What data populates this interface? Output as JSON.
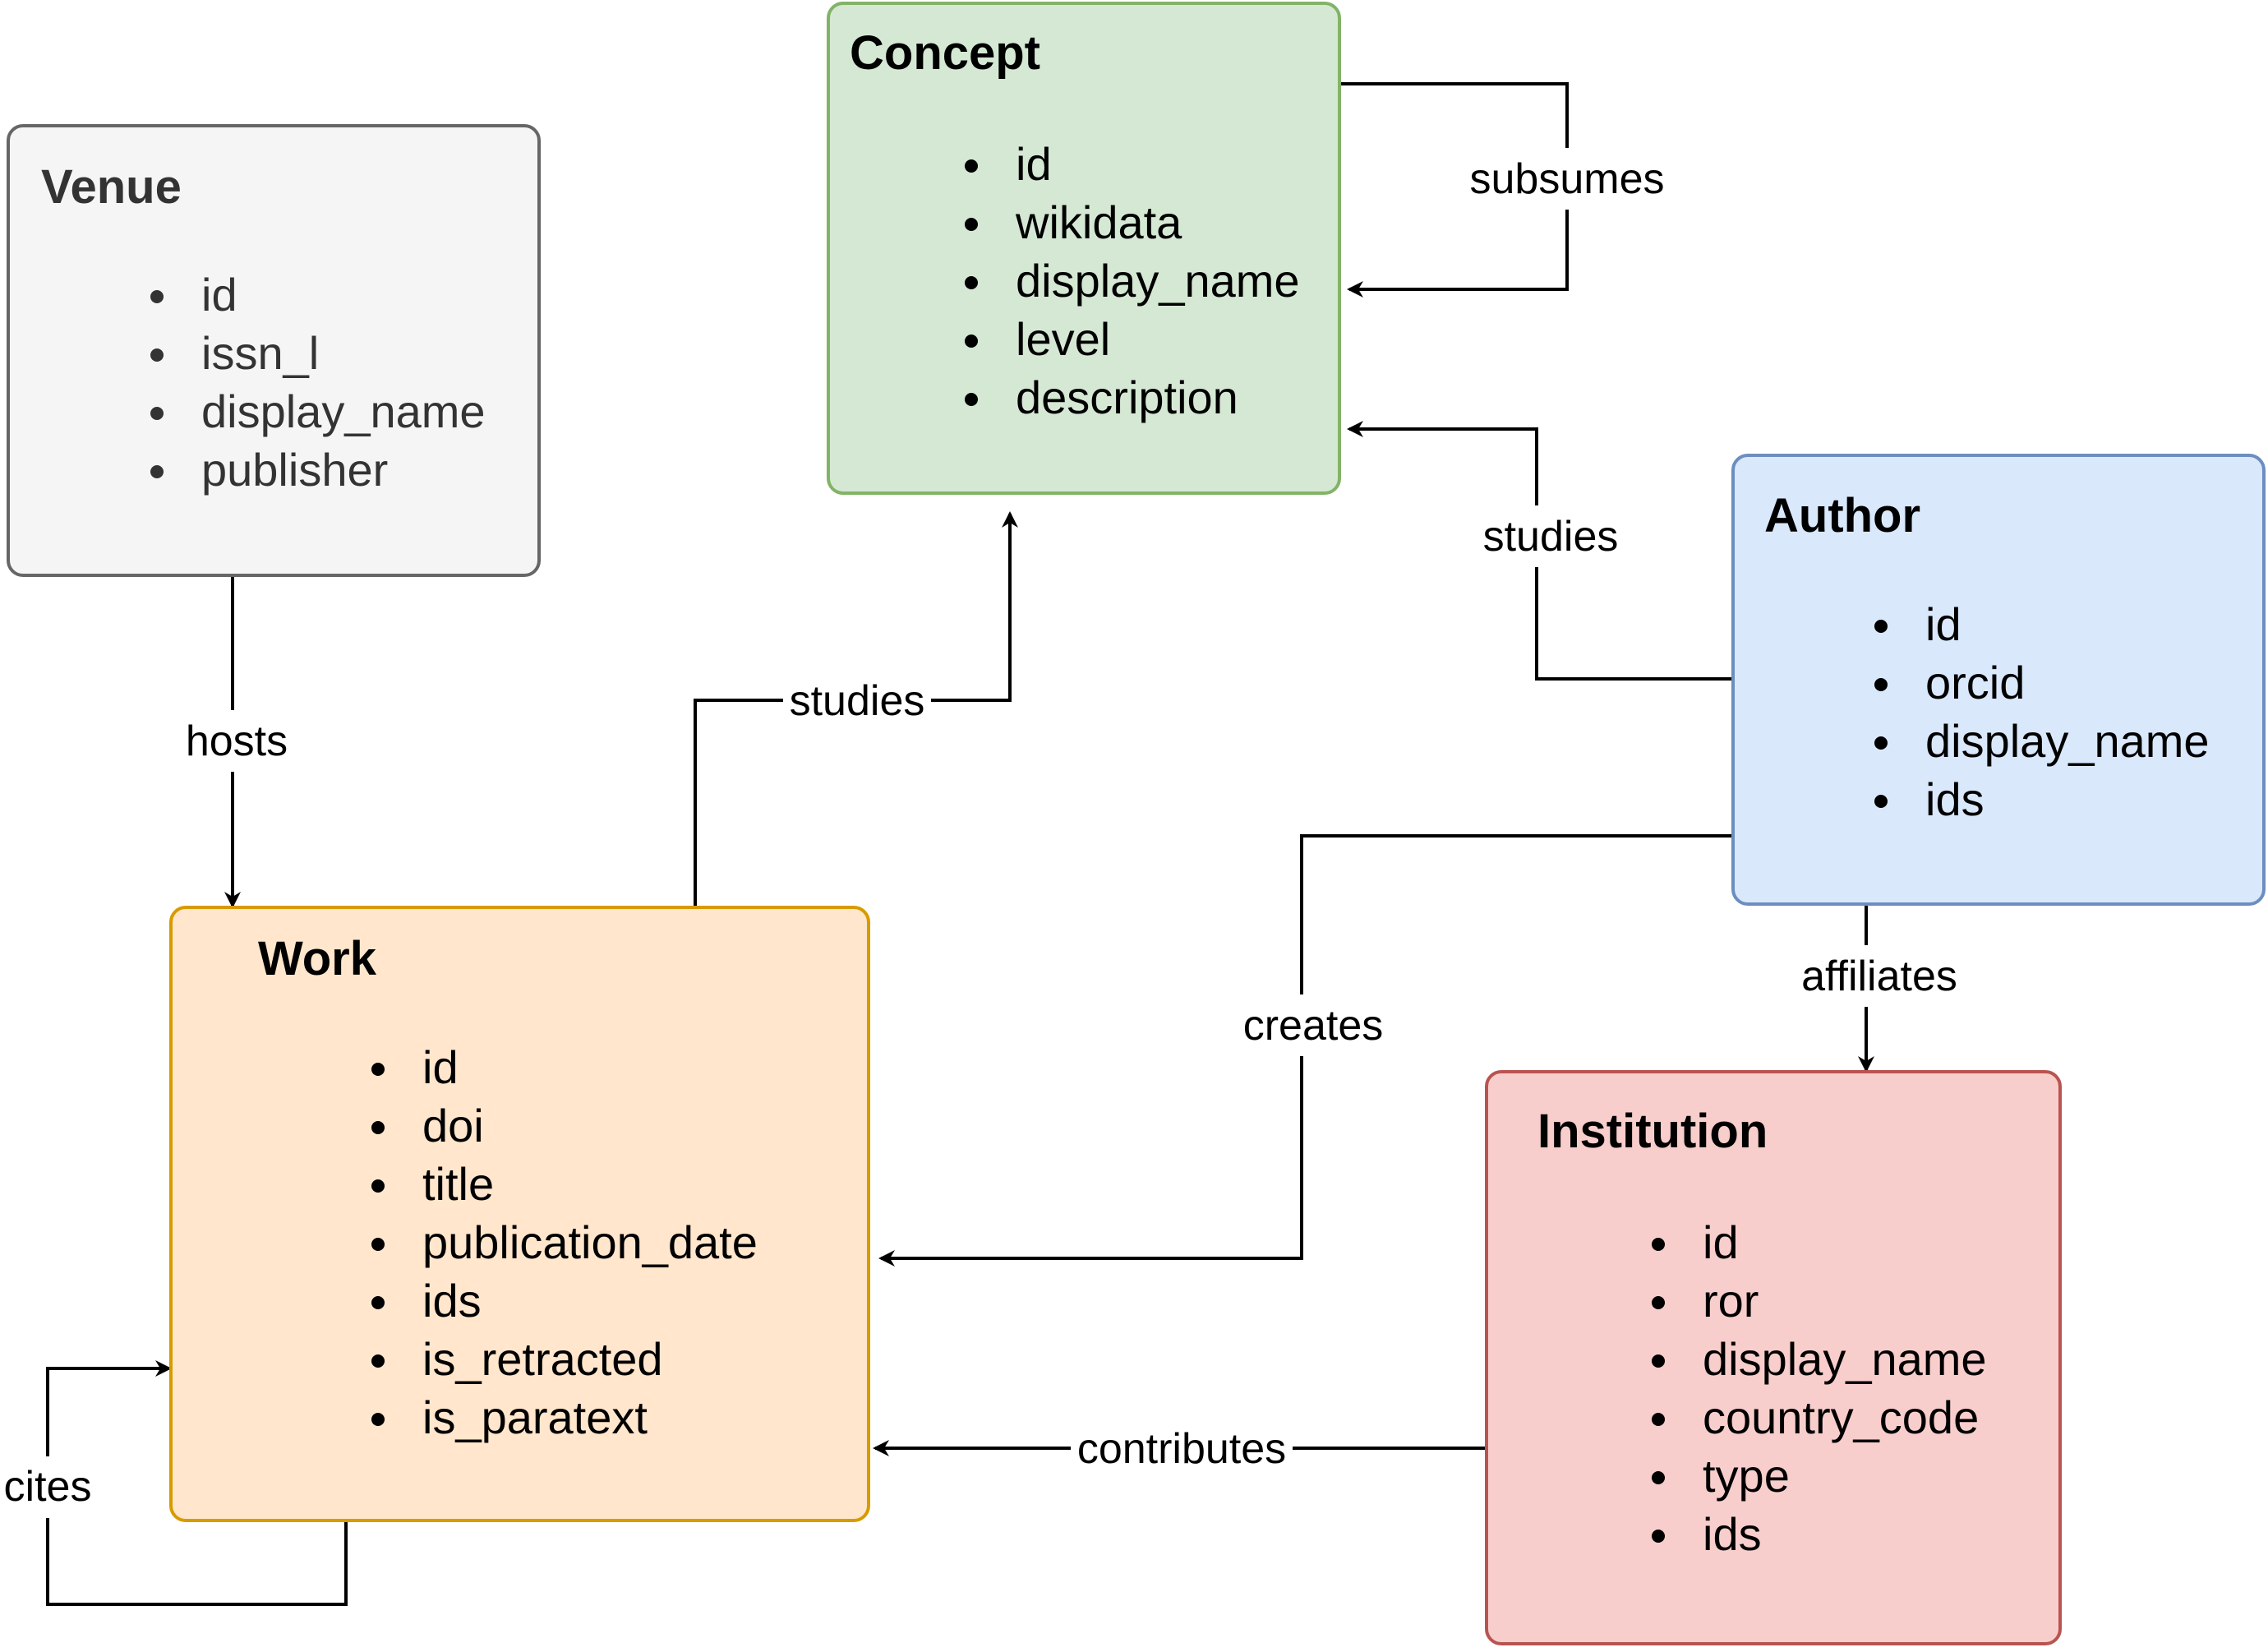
{
  "entities": {
    "venue": {
      "title": "Venue",
      "fields": [
        "id",
        "issn_l",
        "display_name",
        "publisher"
      ],
      "fill": "#f5f5f5",
      "stroke": "#666666"
    },
    "concept": {
      "title": "Concept",
      "fields": [
        "id",
        "wikidata",
        "display_name",
        "level",
        "description"
      ],
      "fill": "#d5e8d4",
      "stroke": "#82b366"
    },
    "author": {
      "title": "Author",
      "fields": [
        "id",
        "orcid",
        "display_name",
        "ids"
      ],
      "fill": "#dae8fc",
      "stroke": "#6c8ebf"
    },
    "work": {
      "title": "Work",
      "fields": [
        "id",
        "doi",
        "title",
        "publication_date",
        "ids",
        "is_retracted",
        "is_paratext"
      ],
      "fill": "#ffe6cc",
      "stroke": "#d79b00"
    },
    "institution": {
      "title": "Institution",
      "fields": [
        "id",
        "ror",
        "display_name",
        "country_code",
        "type",
        "ids"
      ],
      "fill": "#f8cecc",
      "stroke": "#b85450"
    }
  },
  "edges": {
    "subsumes": {
      "label": "subsumes",
      "from": "Concept",
      "to": "Concept"
    },
    "author_studies": {
      "label": "studies",
      "from": "Author",
      "to": "Concept"
    },
    "work_studies": {
      "label": "studies",
      "from": "Work",
      "to": "Concept"
    },
    "hosts": {
      "label": "hosts",
      "from": "Venue",
      "to": "Work"
    },
    "creates": {
      "label": "creates",
      "from": "Author",
      "to": "Work"
    },
    "affiliates": {
      "label": "affiliates",
      "from": "Author",
      "to": "Institution"
    },
    "contributes": {
      "label": "contributes",
      "from": "Institution",
      "to": "Work"
    },
    "cites": {
      "label": "cites",
      "from": "Work",
      "to": "Work"
    }
  }
}
